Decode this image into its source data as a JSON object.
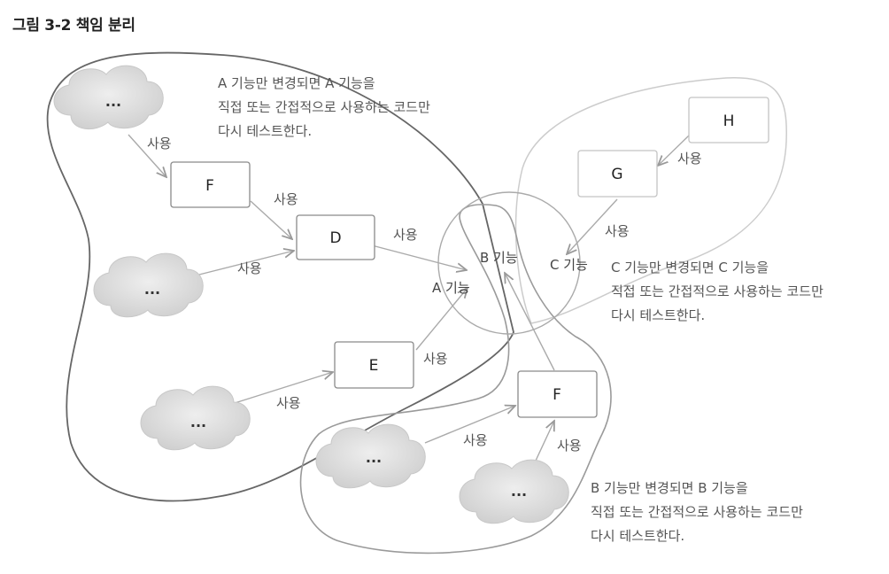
{
  "figure": {
    "title": "그림 3-2 책임 분리"
  },
  "boxes": [
    {
      "id": "F1",
      "label": "F"
    },
    {
      "id": "D",
      "label": "D"
    },
    {
      "id": "E",
      "label": "E"
    },
    {
      "id": "F2",
      "label": "F"
    },
    {
      "id": "G",
      "label": "G"
    },
    {
      "id": "H",
      "label": "H"
    }
  ],
  "clouds": [
    {
      "id": "cloud1",
      "label": "..."
    },
    {
      "id": "cloud2",
      "label": "..."
    },
    {
      "id": "cloud3",
      "label": "..."
    },
    {
      "id": "cloud4",
      "label": "..."
    },
    {
      "id": "cloud5",
      "label": "..."
    }
  ],
  "functions": {
    "a": "A 기능",
    "b": "B 기능",
    "c": "C 기능"
  },
  "edge_label": "사용",
  "notes": {
    "a": [
      "A 기능만 변경되면 A 기능을",
      "직접 또는 간접적으로 사용하는 코드만",
      "다시 테스트한다."
    ],
    "b": [
      "B 기능만 변경되면 B 기능을",
      "직접 또는 간접적으로 사용하는 코드만",
      "다시 테스트한다."
    ],
    "c": [
      "C 기능만 변경되면 C 기능을",
      "직접 또는 간접적으로 사용하는 코드만",
      "다시 테스트한다."
    ]
  },
  "colors": {
    "region_a": "#666666",
    "region_b": "#9a9a9a",
    "region_c": "#cccccc",
    "box_border": "#8a8a8a",
    "arrow": "#aaaaaa",
    "cloud_fill": "#dcdcdc"
  }
}
